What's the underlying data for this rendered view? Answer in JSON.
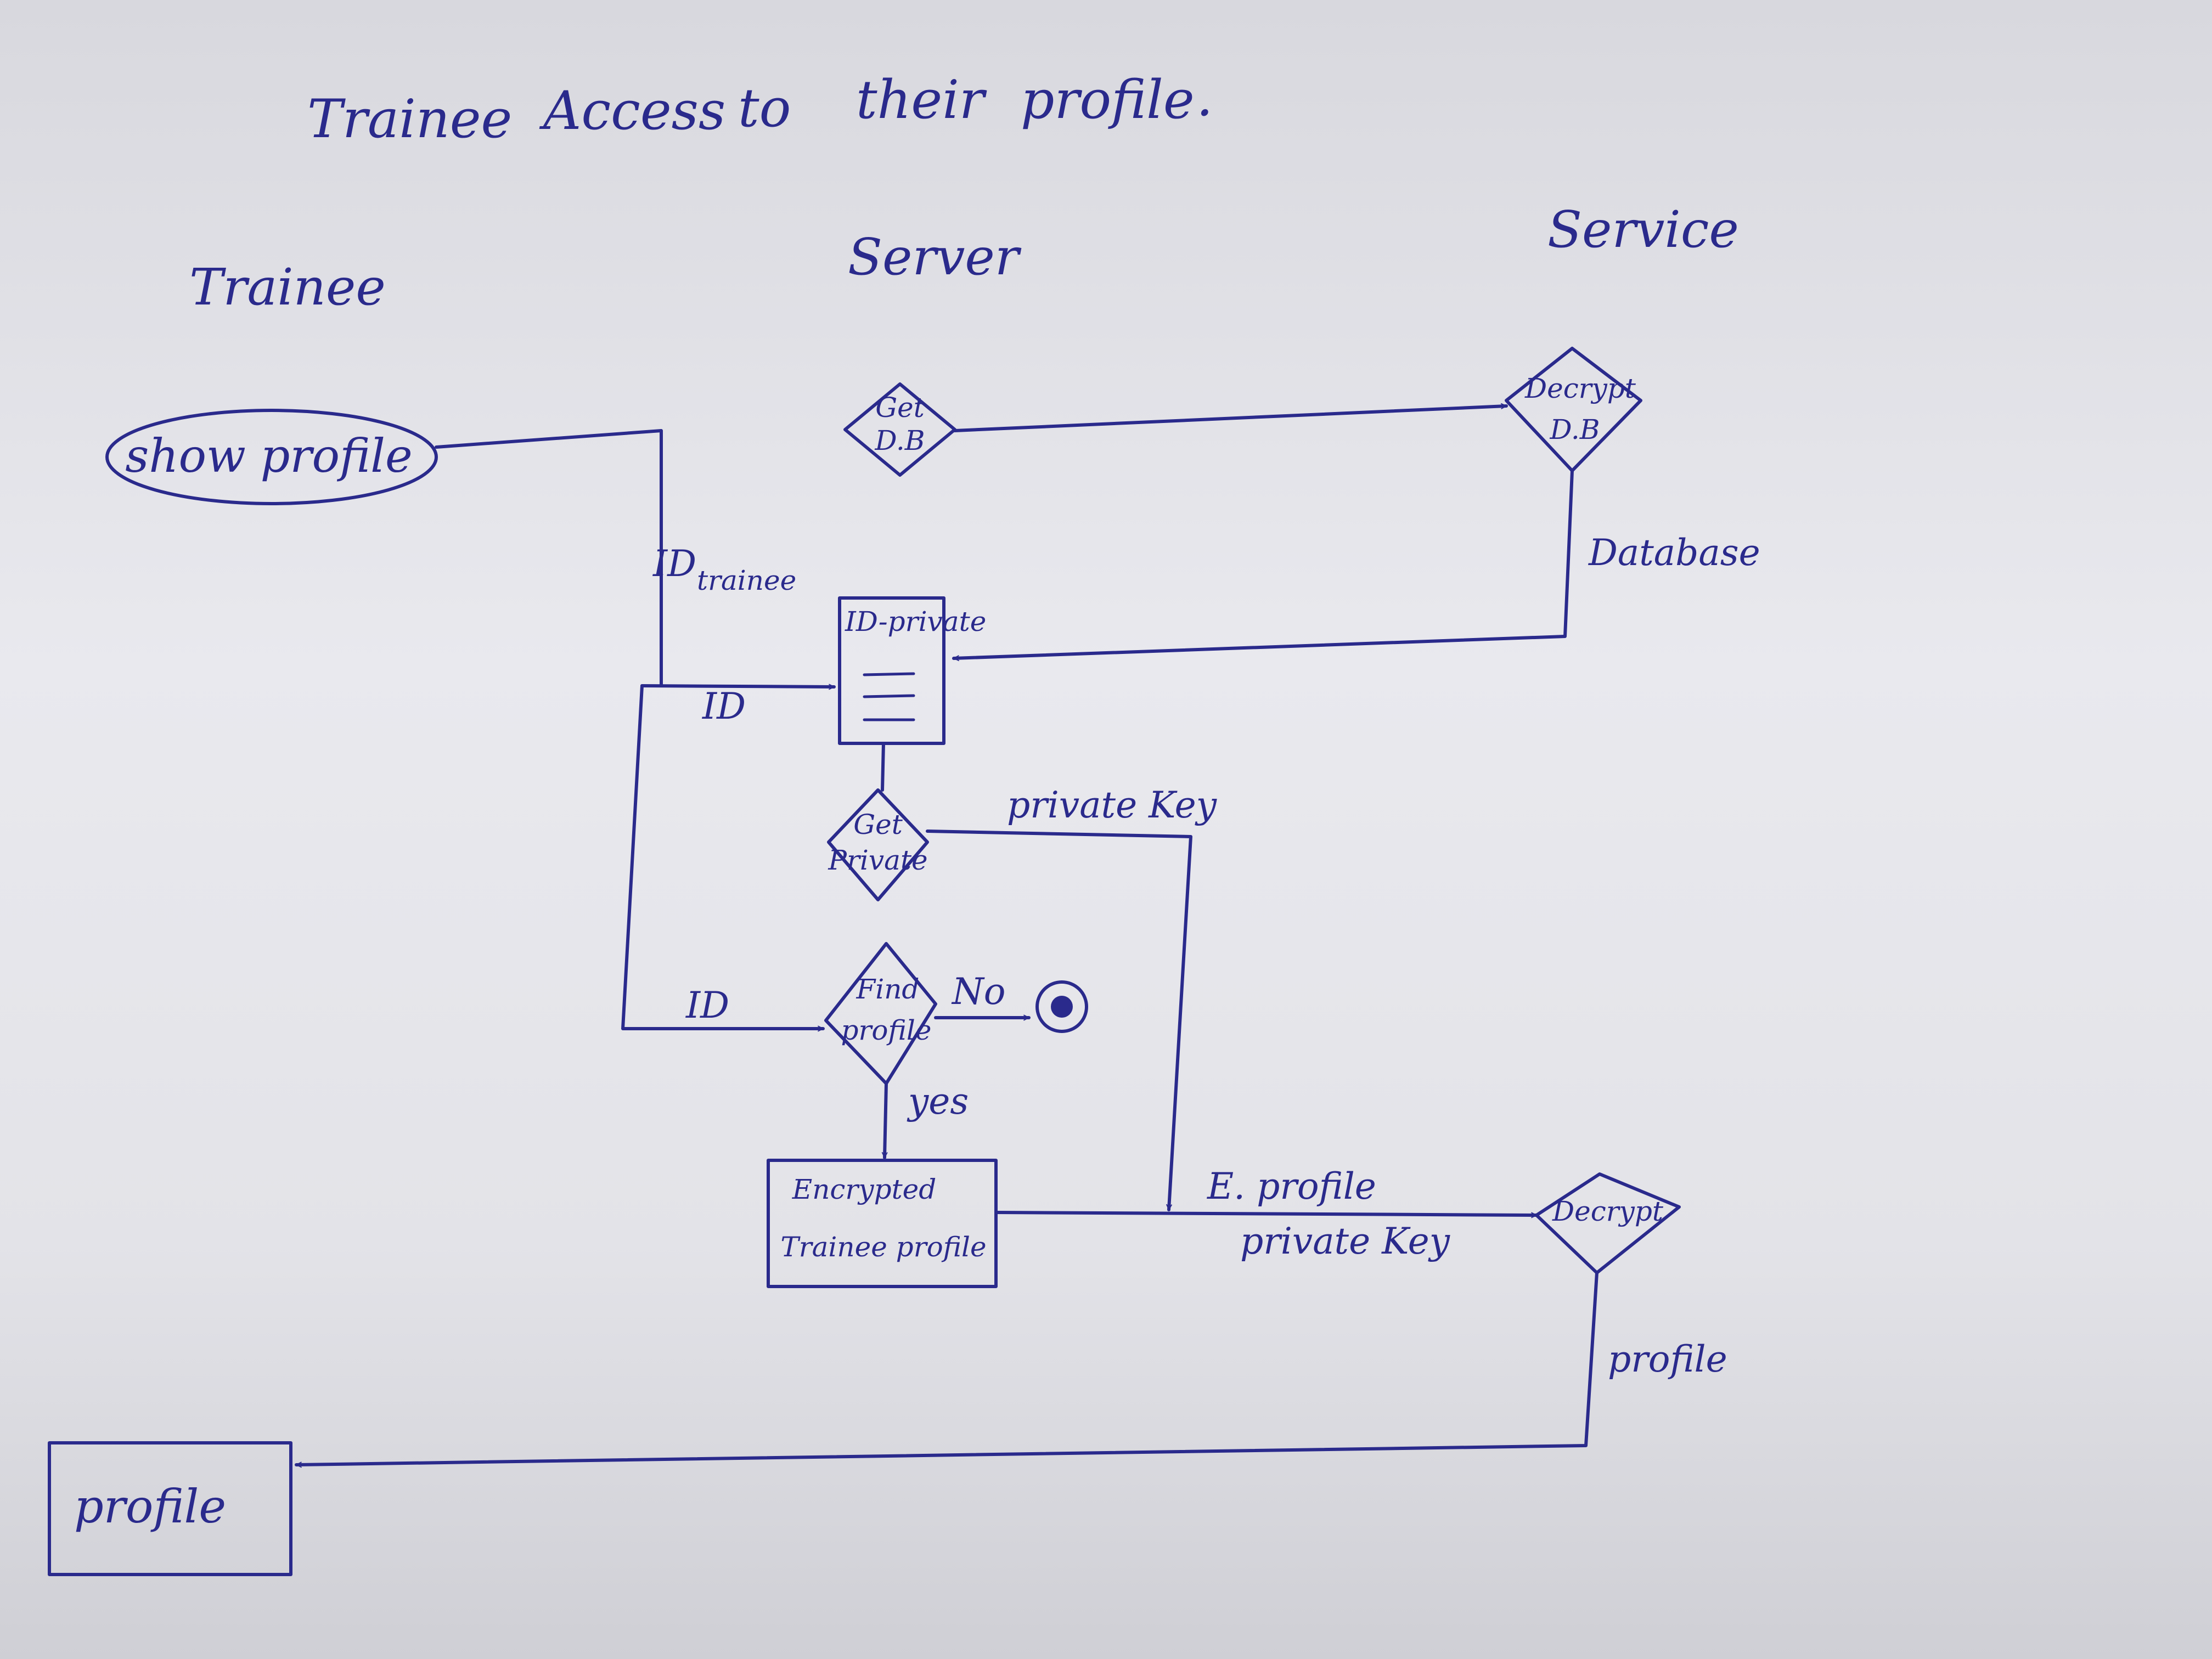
{
  "title": [
    "Trainee",
    "Access",
    "to",
    "their",
    "profile",
    "."
  ],
  "lanes": {
    "trainee": "Trainee",
    "server": "Server",
    "service": "Service"
  },
  "nodes": {
    "show_profile": "show profile",
    "get_db": [
      "Get",
      "D.B"
    ],
    "decrypt_db": [
      "Decrypt",
      "D.B"
    ],
    "database": "Database",
    "id_private": "ID-private",
    "get_private": [
      "Get",
      "Private"
    ],
    "find_profile": [
      "Find",
      "profile"
    ],
    "encrypted_profile": [
      "Encrypted",
      "Trainee profile"
    ],
    "decrypt": "Decrypt",
    "profile_out": "profile"
  },
  "edges": {
    "id_trainee": "ID",
    "id_trainee_sub": "trainee",
    "id_to_private": "ID",
    "id_to_find": "ID",
    "private_key": "private Key",
    "no": "No",
    "yes": "yes",
    "e_profile": "E. profile",
    "private_key_2": "private Key",
    "profile_return": "profile"
  },
  "colors": {
    "ink": "#2a2a8c",
    "paper": "#e6e6eb",
    "background": "#8f8f93"
  }
}
